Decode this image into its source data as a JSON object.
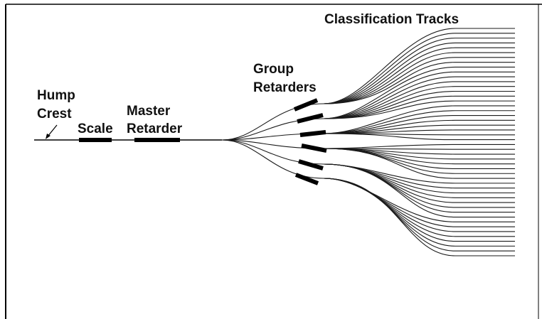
{
  "diagram": {
    "labels": {
      "hump_crest_line1": "Hump",
      "hump_crest_line2": "Crest",
      "scale": "Scale",
      "master_retarder_line1": "Master",
      "master_retarder_line2": "Retarder",
      "group_retarders_line1": "Group",
      "group_retarders_line2": "Retarders",
      "classification_tracks": "Classification Tracks"
    },
    "group_retarder_count": 6,
    "tracks_per_group": 8,
    "colors": {
      "ink": "#111111",
      "background": "#ffffff"
    }
  }
}
